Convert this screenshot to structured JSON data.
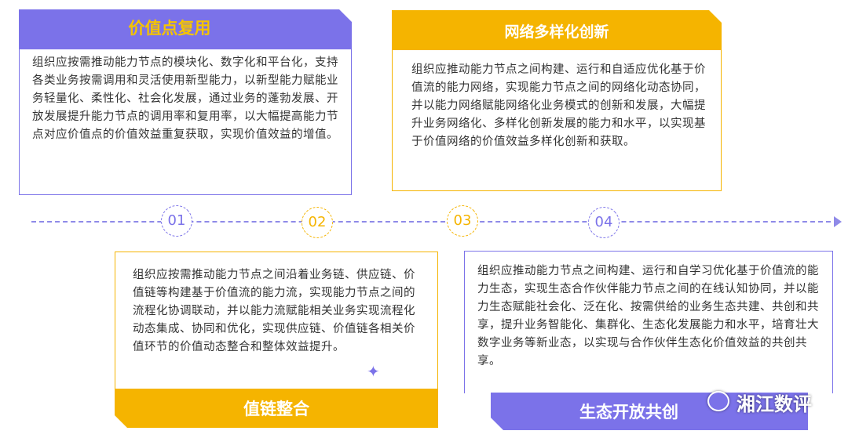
{
  "colors": {
    "purple": "#7b72e9",
    "gold": "#f5b400",
    "line": "#8f8ae8"
  },
  "cards": [
    {
      "title": "价值点复用",
      "body": "组织应按需推动能力节点的模块化、数字化和平台化，支持各类业务按需调用和灵活使用新型能力，以新型能力赋能业务轻量化、柔性化、社会化发展，通过业务的蓬勃发展、开放发展提升能力节点的调用率和复用率，以大幅提高能力节点对应价值点的价值效益重复获取，实现价值效益的增值。"
    },
    {
      "title": "值链整合",
      "body": "组织应按需推动能力节点之间沿着业务链、供应链、价值链等构建基于价值流的能力流，实现能力节点之间的流程化协调联动，并以能力流赋能相关业务实现流程化动态集成、协同和优化，实现供应链、价值链各相关价值环节的价值动态整合和整体效益提升。"
    },
    {
      "title": "网络多样化创新",
      "body": "组织应推动能力节点之间构建、运行和自适应优化基于价值流的能力网络，实现能力节点之间的网络化动态协同，并以能力网络赋能网络化业务模式的创新和发展，大幅提升业务网络化、多样化创新发展的能力和水平，以实现基于价值网络的价值效益多样化创新和获取。"
    },
    {
      "title": "生态开放共创",
      "body": "组织应推动能力节点之间构建、运行和自学习优化基于价值流的能力生态，实现生态合作伙伴能力节点之间的在线认知协同，并以能力生态赋能社会化、泛在化、按需供给的业务生态共建、共创和共享，提升业务智能化、集群化、生态化发展能力和水平，培育壮大数字业务等新业态，以实现与合作伙伴生态化价值效益的共创共享。"
    }
  ],
  "timeline": {
    "nodes": [
      "01",
      "02",
      "03",
      "04"
    ]
  },
  "watermark": "湘江数评"
}
